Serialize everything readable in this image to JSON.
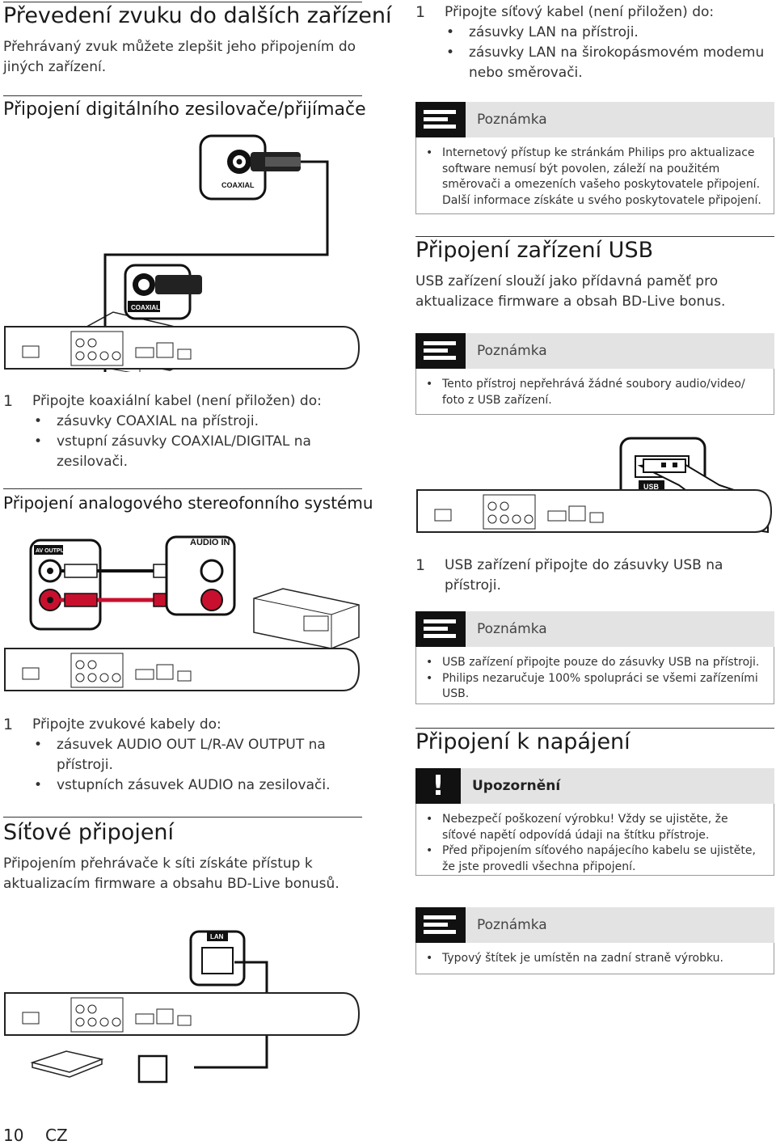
{
  "left": {
    "sound": {
      "heading": "Převedení zvuku do dalších zařízení",
      "text": "Přehrávaný zvuk můžete zlepšit jeho připojením do jiných zařízení."
    },
    "digital": {
      "heading": "Připojení digitálního zesilovače/přijímače",
      "label_top": "COAXIAL",
      "label_bottom": "COAXIAL",
      "step_num": "1",
      "step_text": "Připojte koaxiální kabel (není přiložen) do:",
      "bullets": [
        "zásuvky COAXIAL na přístroji.",
        "vstupní zásuvky COAXIAL/DIGITAL na zesilovači."
      ]
    },
    "analog": {
      "heading": "Připojení analogového stereofonního systému",
      "label_av": "AV OUTPUT",
      "label_in": "AUDIO IN",
      "step_num": "1",
      "step_text": "Připojte zvukové kabely do:",
      "bullets": [
        "zásuvek AUDIO OUT L/R-AV OUTPUT na přístroji.",
        "vstupních zásuvek AUDIO na zesilovači."
      ]
    },
    "network": {
      "heading": "Síťové připojení",
      "text": "Připojením přehrávače k síti získáte přístup k aktualizacím firmware a obsahu BD-Live bonusů.",
      "label_lan": "LAN"
    }
  },
  "right": {
    "lan_step": {
      "num": "1",
      "text": "Připojte síťový kabel (není přiložen) do:",
      "bullets": [
        "zásuvky LAN na přístroji.",
        "zásuvky LAN na širokopásmovém modemu nebo směrovači."
      ]
    },
    "note1": {
      "title": "Poznámka",
      "items": [
        "Internetový přístup ke stránkám Philips pro aktualizace software nemusí být povolen, záleží na použitém směrovači a omezeních vašeho poskytovatele připojení. Další informace získáte u svého poskytovatele připojení."
      ]
    },
    "usb": {
      "heading": "Připojení zařízení USB",
      "text": "USB zařízení slouží jako přídavná paměť pro aktualizace firmware a obsah BD-Live bonus.",
      "label_usb": "USB",
      "step_num": "1",
      "step_text": "USB zařízení připojte do zásuvky USB na přístroji."
    },
    "note2": {
      "title": "Poznámka",
      "items": [
        "Tento přístroj nepřehrává žádné soubory audio/video/ foto z USB zařízení."
      ]
    },
    "note3": {
      "title": "Poznámka",
      "items": [
        "USB zařízení připojte pouze do zásuvky USB na přístroji.",
        "Philips nezaručuje 100% spolupráci se všemi zařízeními USB."
      ]
    },
    "power": {
      "heading": "Připojení k napájení"
    },
    "warning": {
      "icon": "!",
      "title": "Upozornění",
      "items": [
        "Nebezpečí poškození výrobku! Vždy se ujistěte, že síťové napětí odpovídá údaji na štítku přístroje.",
        "Před připojením síťového napájecího kabelu se ujistěte, že jste provedli všechna připojení."
      ]
    },
    "note4": {
      "title": "Poznámka",
      "items": [
        "Typový štítek je umístěn na zadní straně výrobku."
      ]
    }
  },
  "footer": {
    "page": "10",
    "lang": "CZ"
  }
}
